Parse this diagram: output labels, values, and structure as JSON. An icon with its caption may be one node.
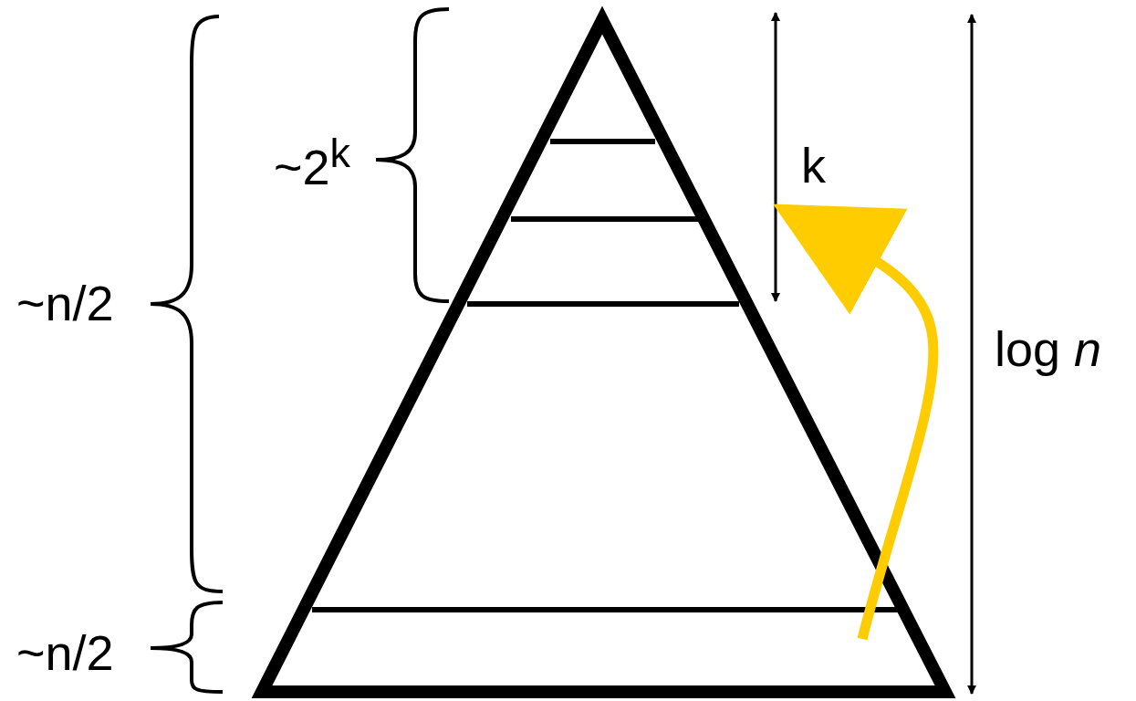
{
  "diagram": {
    "labels": [
      "~2$^{k}$",
      "~n/2",
      "~n/2",
      "k",
      "log *n*"
    ]
  }
}
